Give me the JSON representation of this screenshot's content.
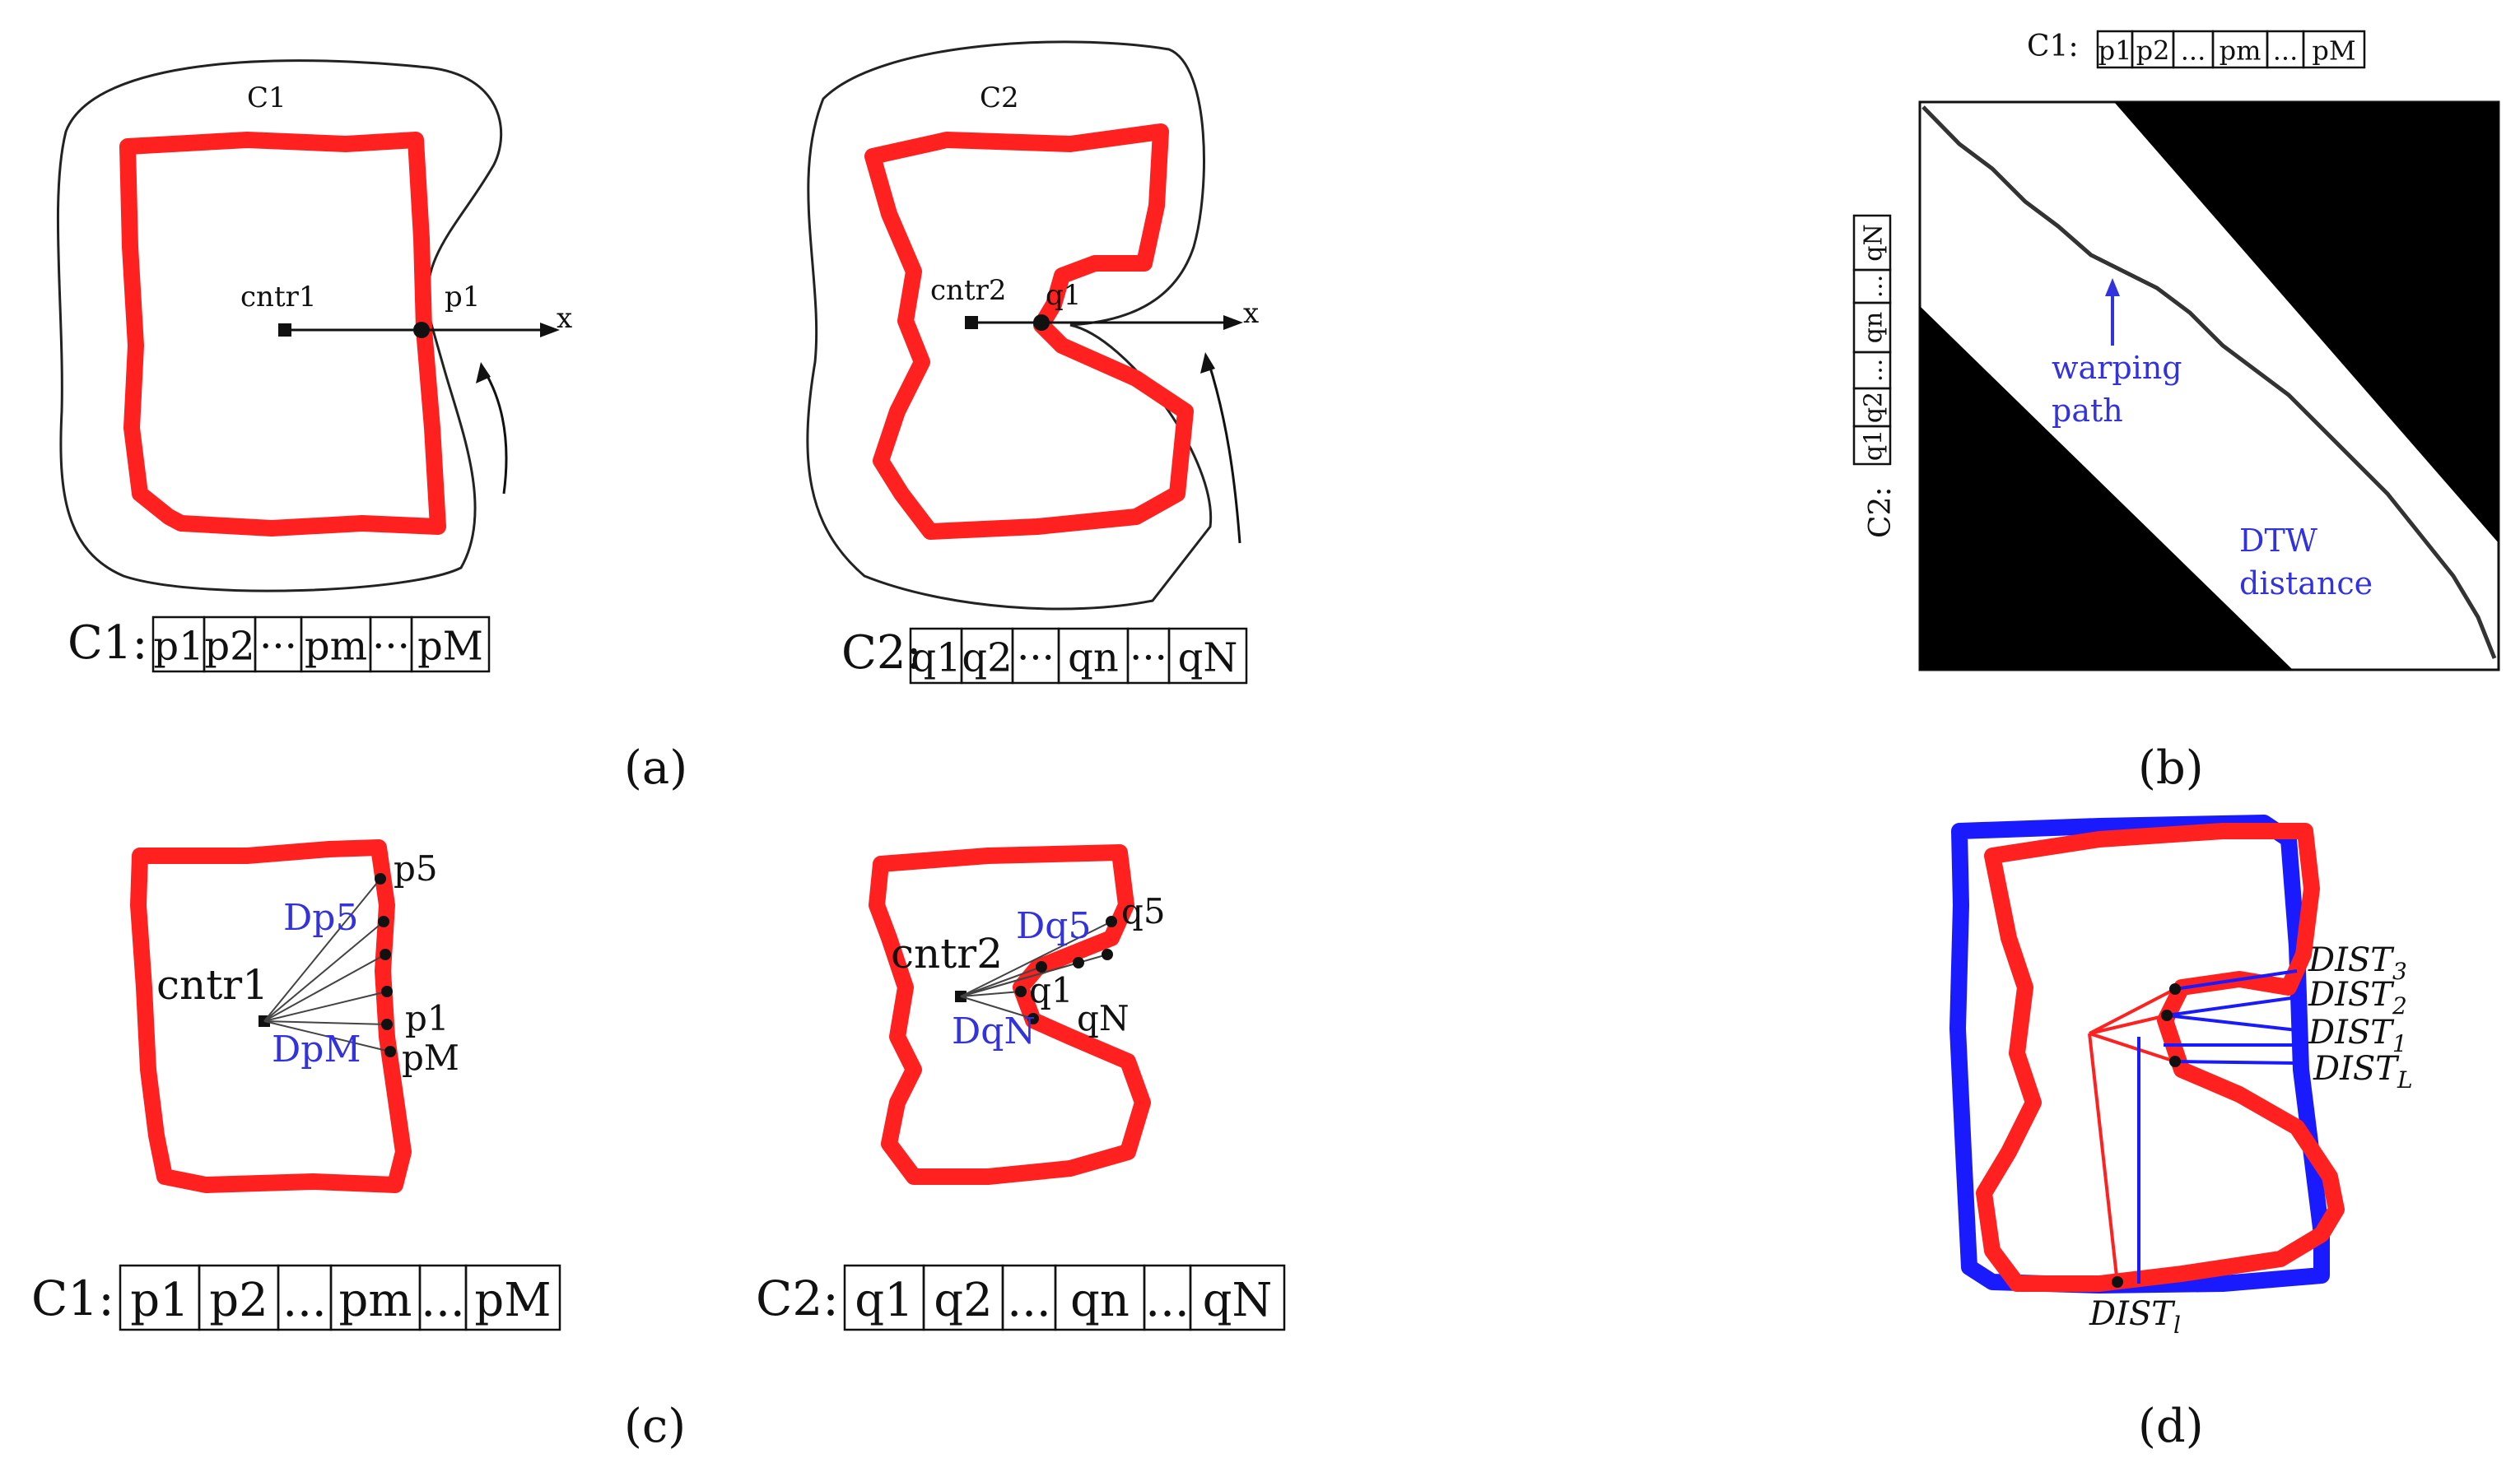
{
  "panels": {
    "a": {
      "caption": "(a)",
      "contour1_label": "C1",
      "contour2_label": "C2",
      "center1_label": "cntr1",
      "center2_label": "cntr2",
      "start1_label": "p1",
      "start2_label": "q1",
      "axis1_label": "x",
      "axis2_label": "x",
      "seq1": {
        "name": "C1:",
        "cells": [
          "p1",
          "p2",
          "···",
          "pm",
          "···",
          "pM"
        ]
      },
      "seq2": {
        "name": "C2:",
        "cells": [
          "q1",
          "q2",
          "···",
          "qn",
          "···",
          "qN"
        ]
      }
    },
    "b": {
      "caption": "(b)",
      "top_seq": {
        "name": "C1:",
        "cells": [
          "p1",
          "p2",
          "...",
          "pm",
          "...",
          "pM"
        ]
      },
      "side_seq": {
        "name": "C2:",
        "cells": [
          "q1",
          "q2",
          "...",
          "qn",
          "...",
          "qN"
        ]
      },
      "warping_label_1": "warping",
      "warping_label_2": "path",
      "dtw_label_1": "DTW",
      "dtw_label_2": "distance"
    },
    "c": {
      "caption": "(c)",
      "center1_label": "cntr1",
      "center2_label": "cntr2",
      "p5": "p5",
      "p1": "p1",
      "pM": "pM",
      "q5": "q5",
      "q1": "q1",
      "qN": "qN",
      "dp5": "Dp5",
      "dpM": "DpM",
      "dq5": "Dq5",
      "dqN": "DqN",
      "seq1": {
        "name": "C1:",
        "cells": [
          "p1",
          "p2",
          "...",
          "pm",
          "...",
          "pM"
        ]
      },
      "seq2": {
        "name": "C2:",
        "cells": [
          "q1",
          "q2",
          "...",
          "qn",
          "...",
          "qN"
        ]
      }
    },
    "d": {
      "caption": "(d)",
      "dist3_base": "DIST",
      "dist3_sub": "3",
      "dist2_base": "DIST",
      "dist2_sub": "2",
      "dist1_base": "DIST",
      "dist1_sub": "1",
      "distL_base": "DIST",
      "distL_sub": "L",
      "distl_base": "DIST",
      "distl_sub": "l"
    }
  },
  "colors": {
    "contour": "#ff2020",
    "blue_label": "#3333dd",
    "blue_contour": "#1a1aff",
    "ink": "#111111"
  }
}
